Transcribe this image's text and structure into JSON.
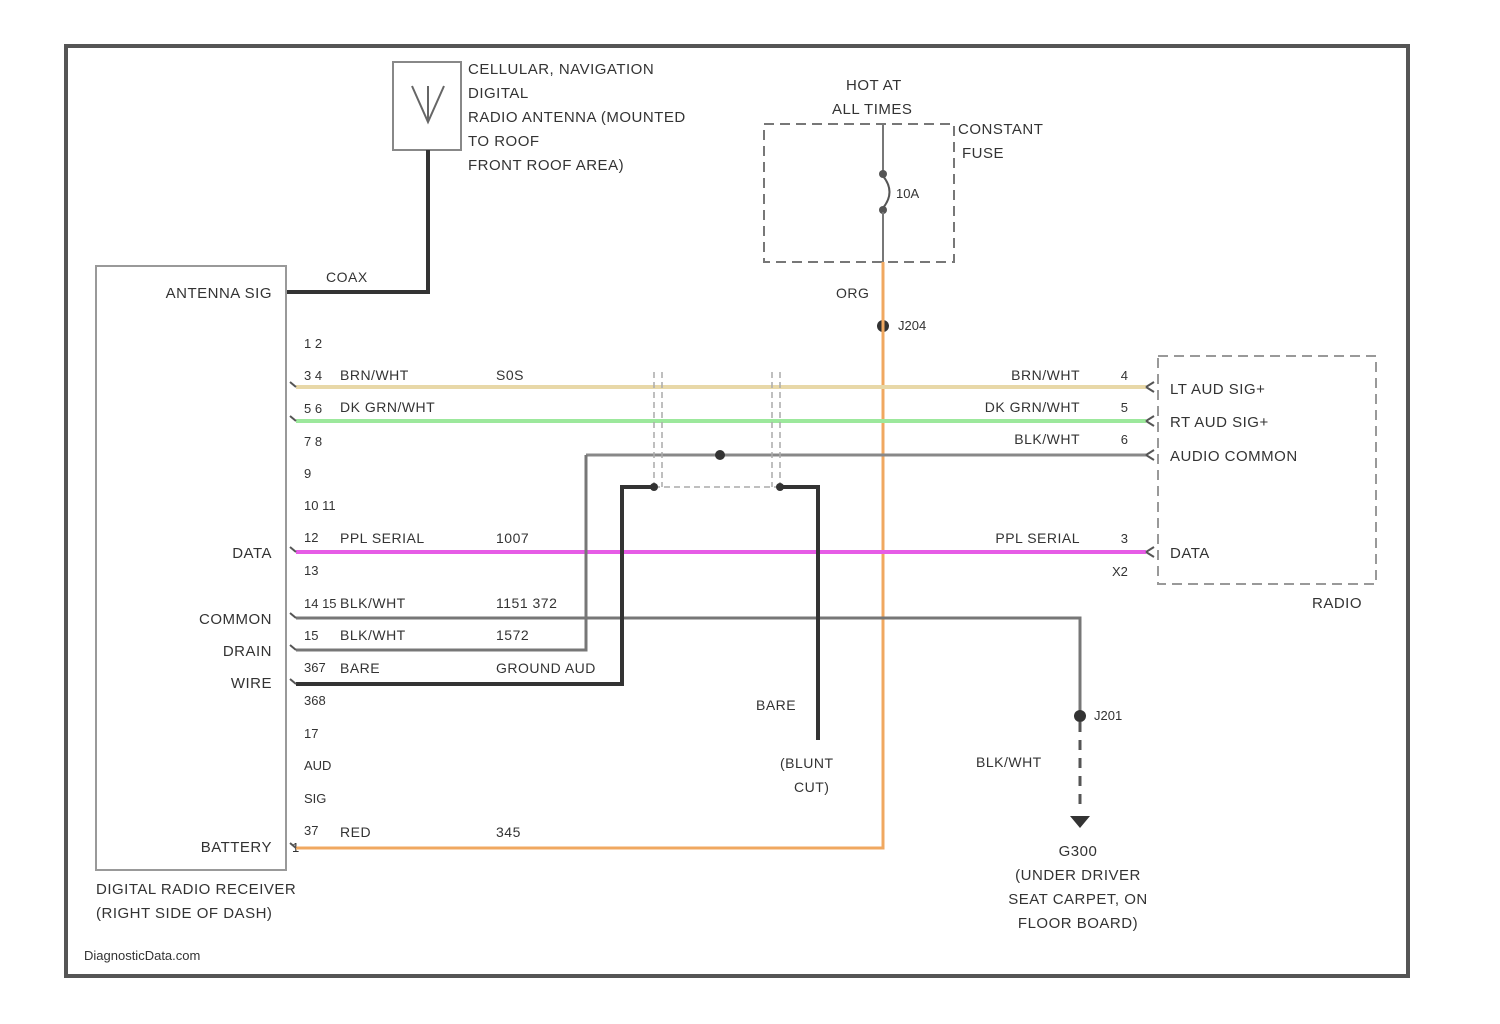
{
  "antenna": {
    "lines": [
      "CELLULAR, NAVIGATION",
      "DIGITAL",
      "RADIO ANTENNA (MOUNTED",
      "TO ROOF",
      "FRONT ROOF AREA)"
    ],
    "cable_label": "COAX"
  },
  "fuse": {
    "hot_lines": [
      "HOT AT",
      "ALL TIMES"
    ],
    "box_lines": [
      "CONSTANT",
      "FUSE"
    ],
    "rating": "10A",
    "wire_color": "ORG",
    "splice": "J204"
  },
  "receiver": {
    "title_lines": [
      "DIGITAL RADIO RECEIVER",
      "(RIGHT SIDE OF DASH)"
    ],
    "labels": {
      "antenna": "ANTENNA SIG",
      "data": "DATA",
      "common": "COMMON",
      "drain": "DRAIN",
      "wire": "WIRE",
      "battery": "BATTERY"
    },
    "pins": [
      "1 2",
      "3 4",
      "5 6",
      "7 8",
      "9",
      "10 11",
      "12",
      "13",
      "14 15",
      "15",
      "367",
      "368",
      "17",
      "AUD",
      "SIG",
      "37",
      "1"
    ]
  },
  "wires": {
    "lt_aud": {
      "color": "BRN/WHT",
      "circuit": "S0S",
      "right_color": "BRN/WHT",
      "pin": "4"
    },
    "rt_aud": {
      "color": "DK GRN/WHT",
      "right_color": "DK GRN/WHT",
      "pin": "5"
    },
    "audio_common": {
      "right_color": "BLK/WHT",
      "pin": "6"
    },
    "data": {
      "color": "PPL SERIAL",
      "circuit": "1007",
      "right_color": "PPL SERIAL",
      "pin": "3"
    },
    "common": {
      "color": "BLK/WHT",
      "circuit": "1151 372"
    },
    "drain": {
      "color": "BLK/WHT",
      "circuit": "1572"
    },
    "bare": {
      "color": "BARE",
      "circuit": "GROUND AUD"
    },
    "battery": {
      "color": "RED",
      "circuit": "345"
    }
  },
  "shield": {
    "bare_label": "BARE",
    "cut_lines": [
      "(BLUNT",
      "CUT)"
    ]
  },
  "radio": {
    "title": "RADIO",
    "terminals": [
      "LT AUD SIG+",
      "RT AUD SIG+",
      "AUDIO COMMON",
      "DATA"
    ],
    "connector": "X2"
  },
  "ground": {
    "splice": "J201",
    "wire_color": "BLK/WHT",
    "lines": [
      "G300",
      "(UNDER DRIVER",
      "SEAT CARPET, ON",
      "FLOOR BOARD)"
    ]
  },
  "footer": "DiagnosticData.com",
  "colors": {
    "tan_wire": "#e8d8a8",
    "green_wire": "#9ce89c",
    "magenta_wire": "#e65ce6",
    "orange_wire": "#f0a860",
    "dark_wire": "#333333",
    "gray_wire": "#777777"
  }
}
